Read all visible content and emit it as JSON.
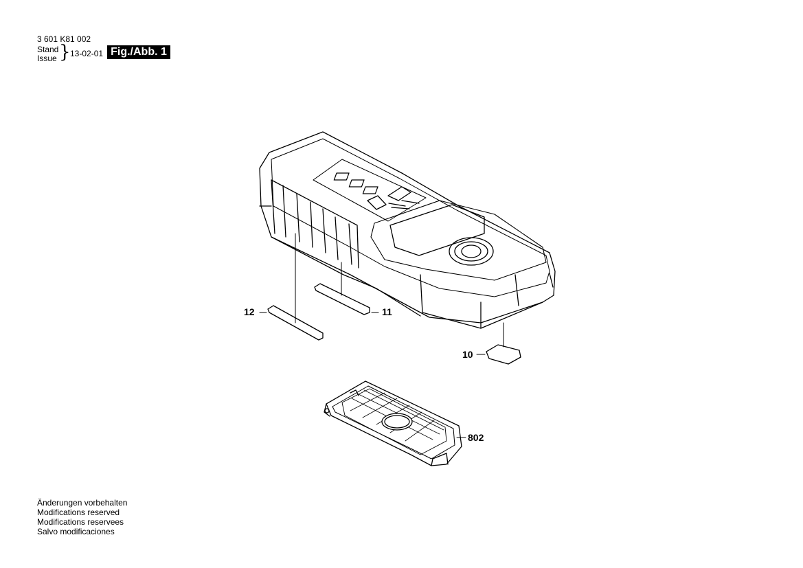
{
  "header": {
    "part_number": "3 601 K81 002",
    "stand_label": "Stand",
    "issue_label": "Issue",
    "brace": "}",
    "date": "13-02-01",
    "figure_label": "Fig./Abb. 1"
  },
  "callouts": {
    "c12": "12",
    "c11": "11",
    "c10": "10",
    "c802": "802"
  },
  "footer_notes": [
    "Änderungen vorbehalten",
    "Modifications reserved",
    "Modifications reservees",
    "Salvo modificaciones"
  ]
}
